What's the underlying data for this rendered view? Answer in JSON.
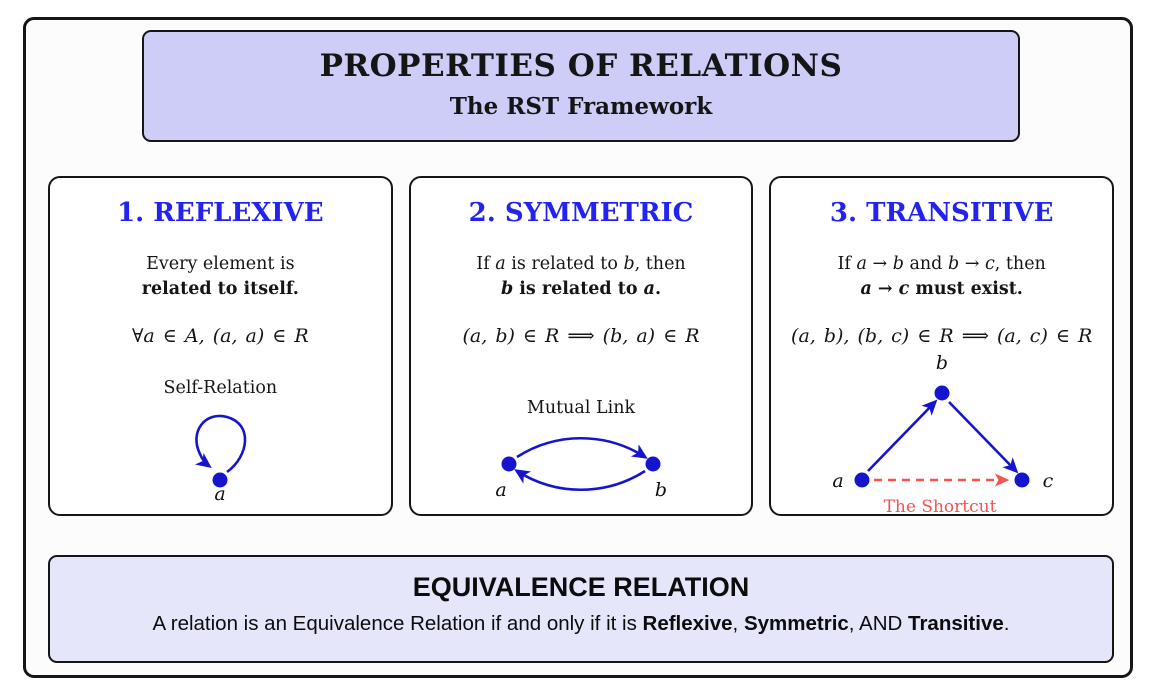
{
  "colors": {
    "header_fill": "#cdcdf8",
    "footer_fill": "#e6e6fb",
    "heading_blue": "#2323f0",
    "diagram_blue": "#1515cd",
    "shortcut_red": "#f4534f",
    "border": "#161616"
  },
  "header": {
    "title": "PROPERTIES OF RELATIONS",
    "subtitle": "The RST Framework"
  },
  "cards": [
    {
      "title": "1. REFLEXIVE",
      "desc1": [
        "Every element is"
      ],
      "desc2": [
        "related to itself."
      ],
      "formula": "∀a ∈ A, (a, a) ∈ R",
      "diagram_label": "Self-Relation",
      "nodes": [
        "a"
      ]
    },
    {
      "title": "2. SYMMETRIC",
      "desc1": [
        "If ",
        "a",
        " is related to ",
        "b",
        ", then"
      ],
      "desc2": [
        "b",
        " is related to ",
        "a",
        "."
      ],
      "formula": "(a, b) ∈ R ⟹ (b, a) ∈ R",
      "diagram_label": "Mutual Link",
      "nodes": [
        "a",
        "b"
      ]
    },
    {
      "title": "3. TRANSITIVE",
      "desc1": [
        "If ",
        "a",
        " → ",
        "b",
        " and ",
        "b",
        " → ",
        "c",
        ", then"
      ],
      "desc2": [
        "a",
        " → ",
        "c",
        " must exist."
      ],
      "formula": "(a, b), (b, c) ∈ R ⟹ (a, c) ∈ R",
      "nodes": [
        "a",
        "b",
        "c"
      ],
      "shortcut_label": "The Shortcut"
    }
  ],
  "footer": {
    "title": "EQUIVALENCE RELATION",
    "parts": [
      "A relation is an Equivalence Relation if and only if it is ",
      "Reflexive",
      ", ",
      "Symmetric",
      ", AND ",
      "Transitive",
      "."
    ]
  }
}
